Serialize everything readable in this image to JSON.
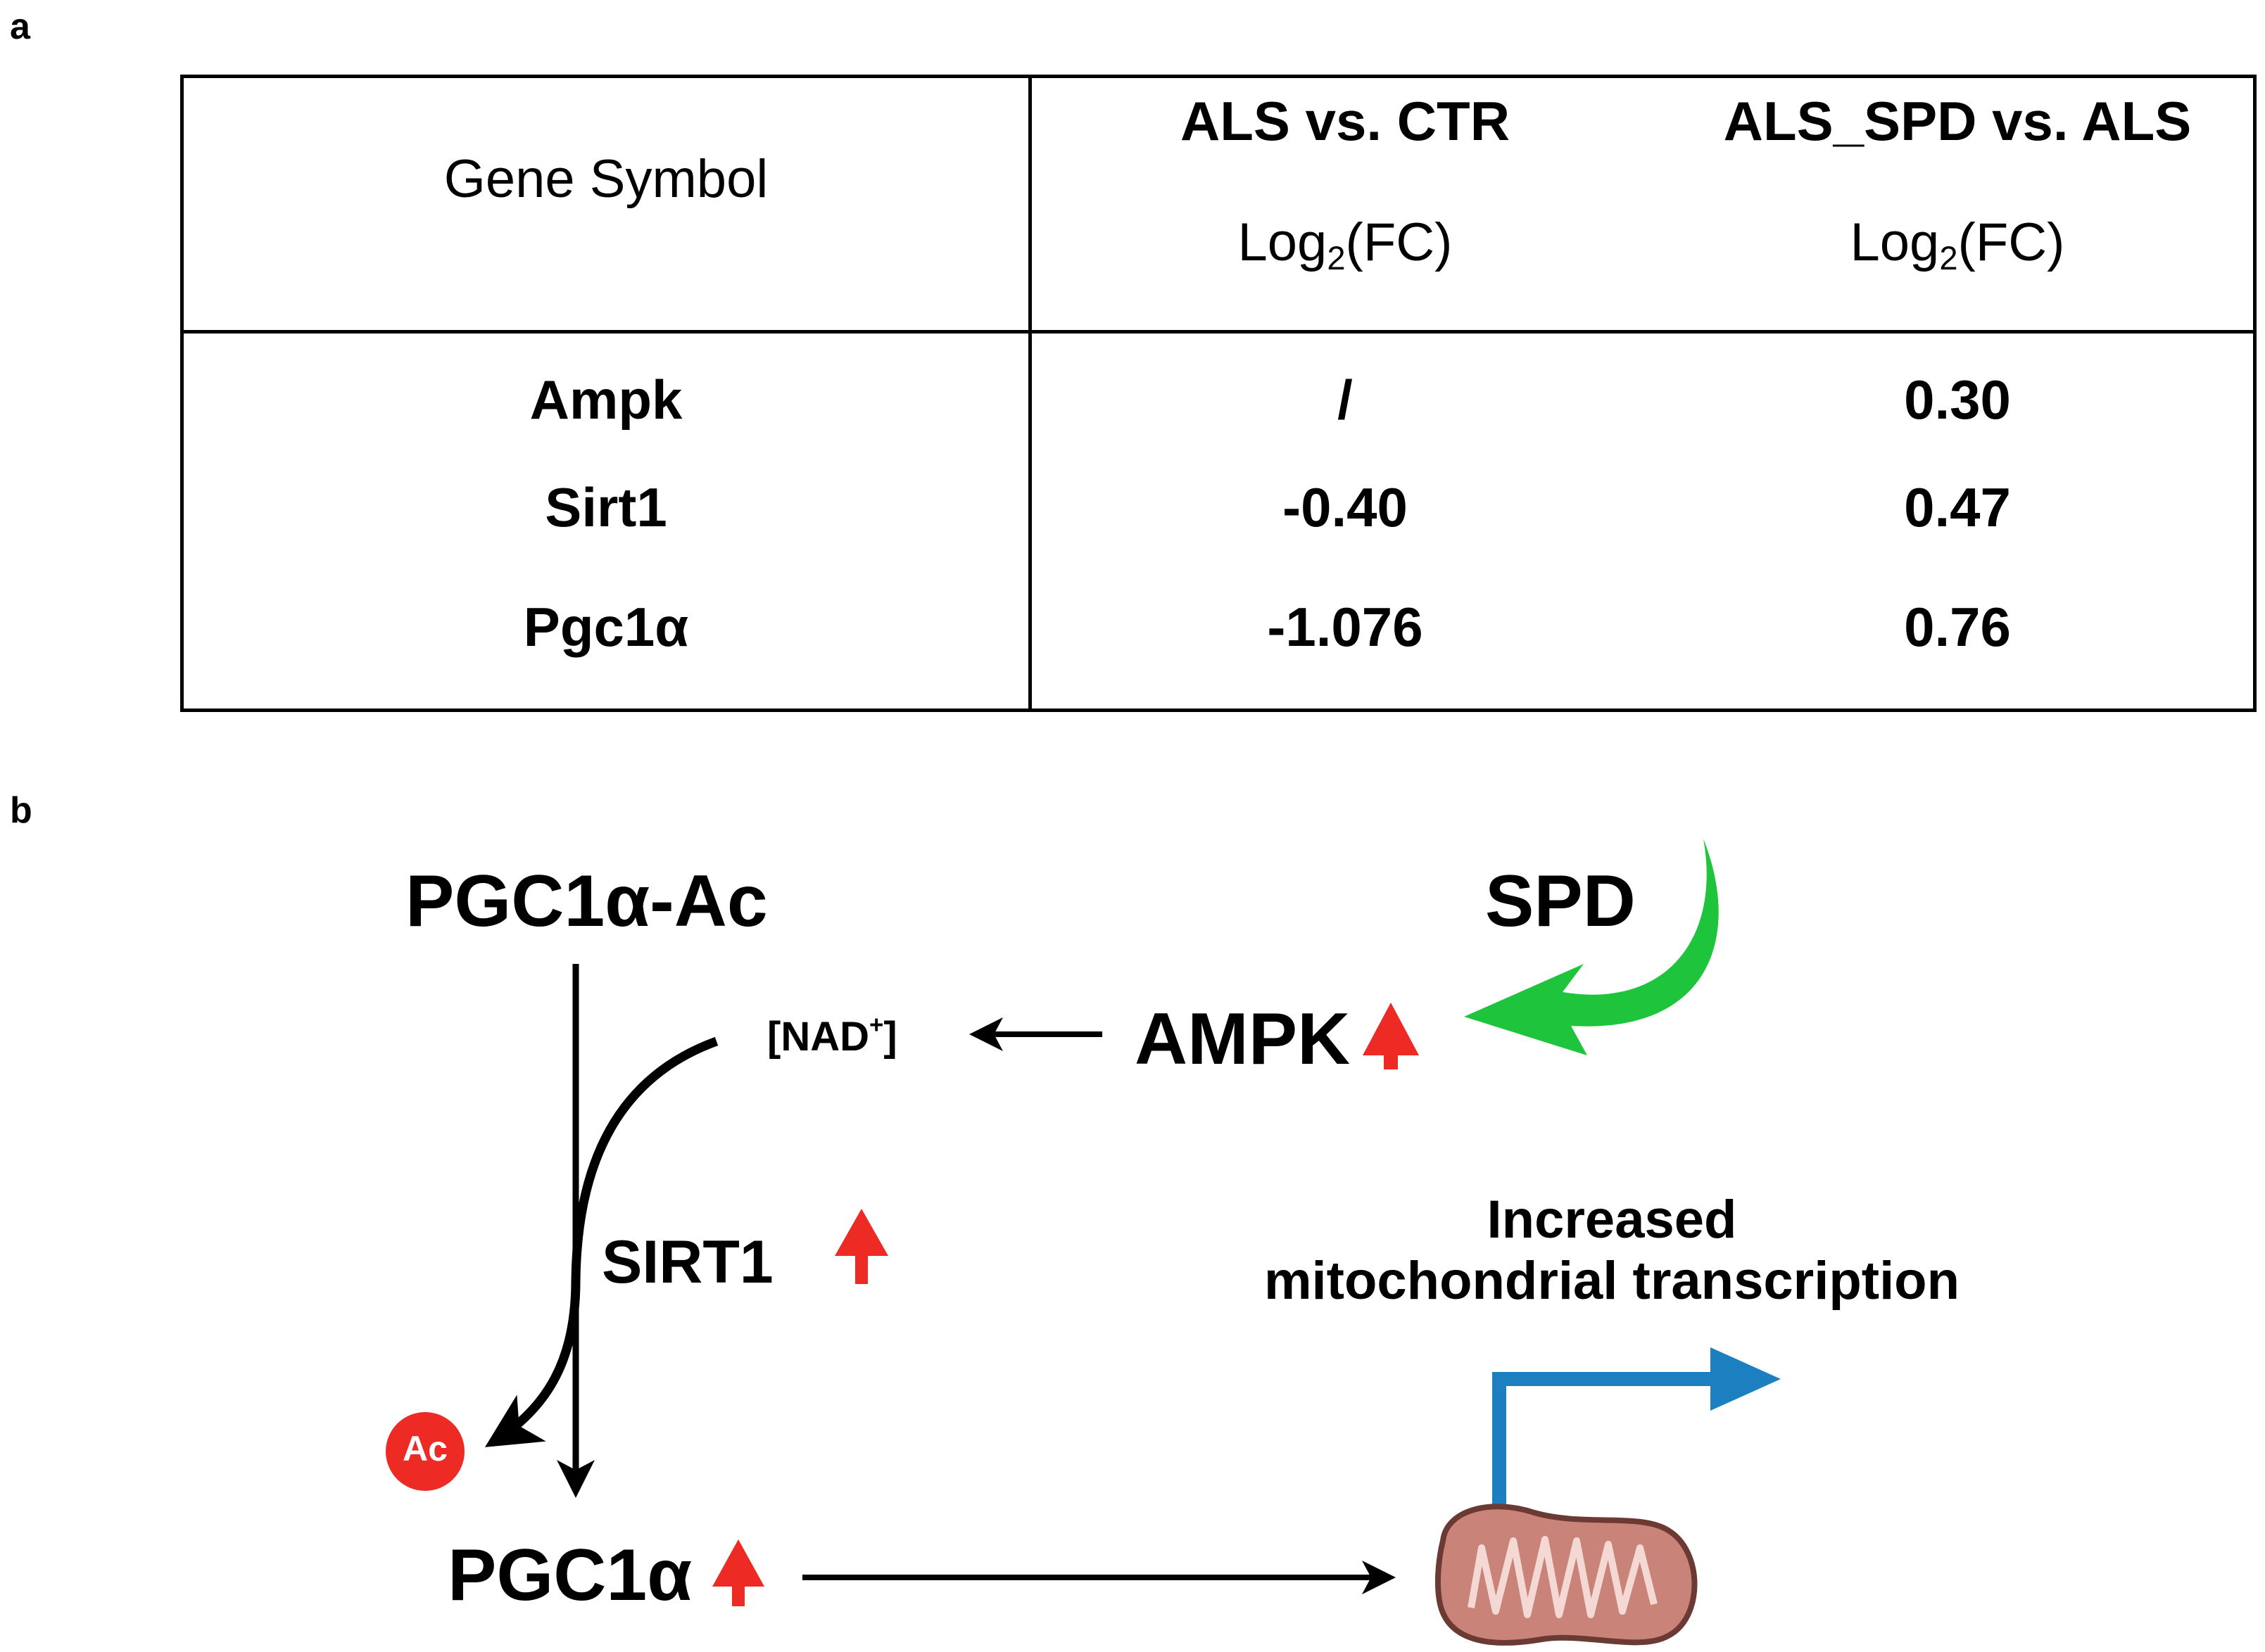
{
  "panels": {
    "a": "a",
    "b": "b"
  },
  "table": {
    "header": {
      "gene_symbol": "Gene Symbol",
      "col1_title": "ALS vs. CTR",
      "col2_title": "ALS_SPD vs. ALS",
      "metric_prefix": "Log",
      "metric_sub": "2",
      "metric_suffix": "(FC)"
    },
    "rows": [
      {
        "gene": "Ampk",
        "als_vs_ctr": "/",
        "als_spd_vs_als": "0.30"
      },
      {
        "gene": "Sirt1",
        "als_vs_ctr": "-0.40",
        "als_spd_vs_als": "0.47"
      },
      {
        "gene": "Pgc1α",
        "als_vs_ctr": "-1.076",
        "als_spd_vs_als": "0.76"
      }
    ]
  },
  "diagram": {
    "pgc1a_ac": "PGC1α-Ac",
    "nad_prefix": "[NAD",
    "nad_sup": "+",
    "nad_suffix": "]",
    "ampk": "AMPK",
    "spd": "SPD",
    "sirt1": "SIRT1",
    "ac_badge": "Ac",
    "pgc1a": "PGC1α",
    "increased_line1": "Increased",
    "increased_line2": "mitochondrial transcription",
    "colors": {
      "up_arrow": "#ee2a24",
      "spd_arrow": "#1ec43c",
      "transcription_arrow": "#1b7fc0",
      "ac_badge": "#ee2a24",
      "mitochondrion": "#c98378"
    }
  }
}
